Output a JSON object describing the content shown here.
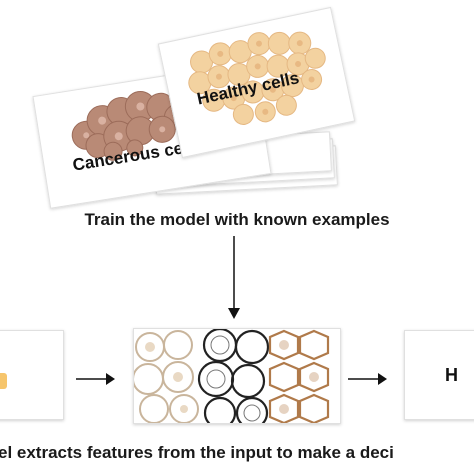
{
  "training": {
    "healthy_label": "Healthy cells",
    "cancerous_label": "Cancerous cells",
    "caption": "Train the model with known examples"
  },
  "inference": {
    "caption": "el extracts features from the input to make a deci",
    "right_box_partial": "H"
  },
  "colors": {
    "healthy_cells": "#f3d2a0",
    "cancerous_cells": "#b98a76",
    "arrow": "#111111"
  }
}
